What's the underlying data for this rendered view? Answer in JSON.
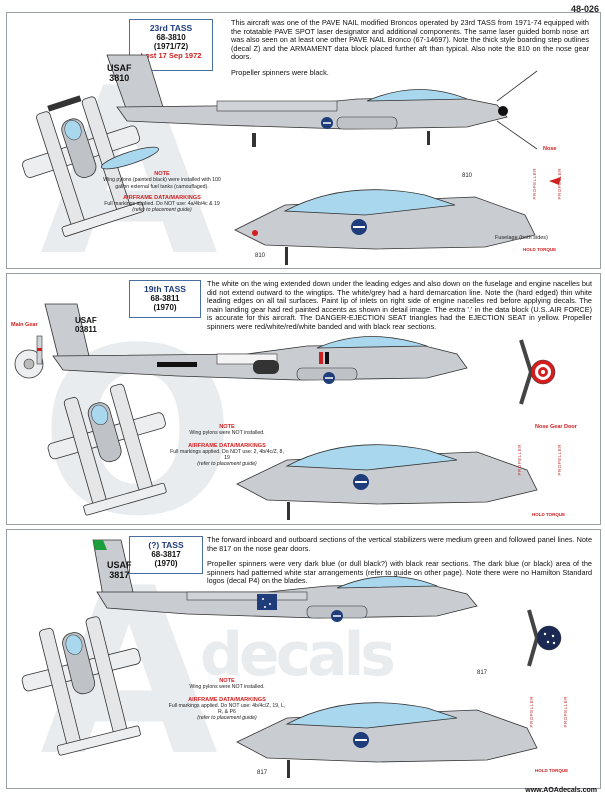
{
  "sheet_number": "48-026",
  "footer_url": "www.AOAdecals.com",
  "watermark": {
    "letters": [
      "A",
      "O",
      "A"
    ],
    "word": "decals"
  },
  "colors": {
    "unit_blue": "#1f3d7a",
    "red": "#d11f1f",
    "aircraft_grey": "#c9ccd1",
    "canopy_blue": "#a9d8ee",
    "green": "#1e9e3a"
  },
  "panels": [
    {
      "unit": "23rd TASS",
      "serial": "68-3810",
      "year": "(1971/72)",
      "lost": "Lost 17 Sep 1972",
      "tail_usaf": "USAF",
      "tail_number": "3810",
      "nose_number": "810",
      "desc_paragraphs": [
        "This aircraft was one of the PAVE NAIL modified Broncos operated by 23rd TASS from 1971-74 equipped with the rotatable PAVE SPOT laser designator and additional components. The same laser guided bomb nose art was also seen on at least one other PAVE NAIL Bronco (67-14697). Note the thick style boarding step outlines (decal Z) and the ARMAMENT data block placed further aft than typical. Also note the 810 on the nose gear doors.",
        "Propeller spinners were black."
      ],
      "note_title": "NOTE",
      "note_text": "Wing pylons (painted black) were installed with 100 gallon external fuel tanks (camouflaged).",
      "airframe_title": "AIRFRAME DATA/MARKINGS",
      "airframe_text": "Full markings applied. Do NOT use: 4a/4b/4c & 19",
      "airframe_ref": "(refer to placement guide)",
      "callouts": [
        "Nose",
        "Fuselage (both sides)"
      ],
      "stencils": [
        "PROPELLER",
        "HOLD TORQUE"
      ]
    },
    {
      "unit": "19th TASS",
      "serial": "68-3811",
      "year": "(1970)",
      "lost": "",
      "tail_usaf": "USAF",
      "tail_number": "03811",
      "nose_number": "",
      "desc_paragraphs": [
        "The white on the wing extended down under the leading edges and also down on the fuselage and engine nacelles but did not extend outward to the wingtips. The white/grey had a hard demarcation line. Note the (hard edged) thin white leading edges on all tail surfaces. Paint lip of inlets on right side of engine nacelles red before applying decals. The main landing gear had red painted accents as shown in detail image. The extra '.' in the data block (U.S..AIR FORCE) is accurate for this aircraft. The DANGER-EJECTION SEAT triangles had the EJECTION SEAT in yellow. Propeller spinners were red/white/red/white banded and with black rear sections."
      ],
      "note_title": "NOTE",
      "note_text": "Wing pylons were NOT installed.",
      "airframe_title": "AIRFRAME DATA/MARKINGS",
      "airframe_text": "Full markings applied. Do NOT use: 2, 4b/4c/Z, 8, 19",
      "airframe_ref": "(refer to placement guide)",
      "callouts": [
        "Main Gear",
        "Nose Gear Door"
      ],
      "stencils": [
        "PROPELLER",
        "HOLD TORQUE"
      ]
    },
    {
      "unit": "(?) TASS",
      "serial": "68-3817",
      "year": "(1970)",
      "lost": "",
      "tail_usaf": "USAF",
      "tail_number": "3817",
      "nose_number": "817",
      "desc_paragraphs": [
        "The forward inboard and outboard sections of the vertical stabilizers were medium green and followed panel lines. Note the 817 on the nose gear doors.",
        "Propeller spinners were very dark blue (or dull black?) with black rear sections. The dark blue (or black) area of the spinners had patterned white star arrangements (refer to guide on other page). Note there were no Hamilton Standard logos (decal P4) on the blades."
      ],
      "note_title": "NOTE",
      "note_text": "Wing pylons were NOT installed.",
      "airframe_title": "AIRFRAME DATA/MARKINGS",
      "airframe_text": "Full markings applied. Do NOT use: 4b/4c/Z, 19, L, R, & P6",
      "airframe_ref": "(refer to placement guide)",
      "callouts": [],
      "stencils": [
        "PROPELLER",
        "HOLD TORQUE"
      ]
    }
  ]
}
